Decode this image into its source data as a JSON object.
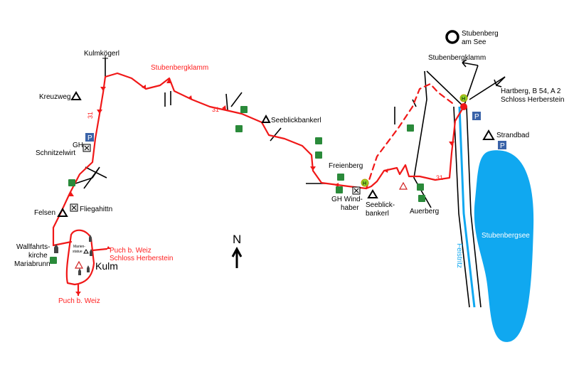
{
  "colors": {
    "route": "#f01818",
    "lake": "#10a8f0",
    "river": "#10a8f0",
    "parking": "#3a63a8",
    "bench": "#2a8a3a",
    "bus_stop": "#8bd22a"
  },
  "places": {
    "stubenberg_am_see": [
      "Stubenberg",
      "am See"
    ],
    "stubenbergklamm_east": "Stubenbergklamm",
    "hartberg": [
      "Hartberg, B 54, A 2",
      "Schloss Herberstein"
    ],
    "strandbad": "Strandbad",
    "lake": "Stubenbergsee",
    "river": "Feistritz",
    "auerberg": "Auerberg",
    "seeblickbankerl_south": [
      "Seeblick-",
      "bankerl"
    ],
    "gh_windhaber": [
      "GH Wind-",
      "haber"
    ],
    "freienberg": "Freienberg",
    "seeblickbankerl_north": "Seeblickbankerl",
    "stubenbergklamm_west": "Stubenbergklamm",
    "kulmkoegerl": "Kulmkögerl",
    "kreuzweg": "Kreuzweg",
    "gh_schnitzelwirt": [
      "GH",
      "Schnitzelwirt"
    ],
    "felsen": "Felsen",
    "fliegahittn": "Fliegahittn",
    "wallfahrtskirche": [
      "Wallfahrts-",
      "kirche",
      "Mariabrunn"
    ],
    "marienstatue": [
      "Marien-",
      "statue"
    ],
    "puch_herberstein": [
      "Puch b. Weiz",
      "Schloss Herberstein"
    ],
    "kulm": "Kulm",
    "puch_south": "Puch b. Weiz"
  },
  "route_number": "31",
  "north": "N",
  "icons": {
    "parking": "P",
    "bus_stop": "H"
  }
}
